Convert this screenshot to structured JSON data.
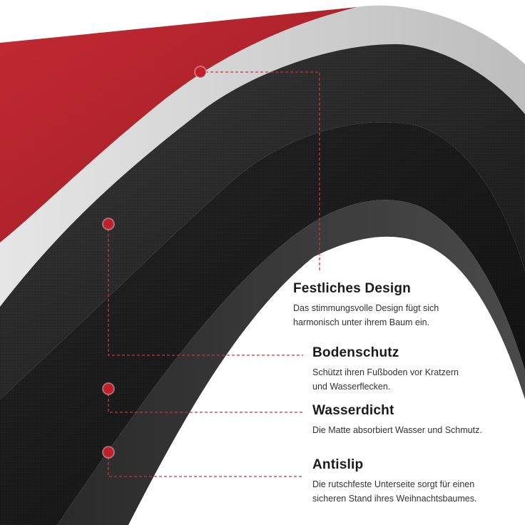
{
  "colors": {
    "accent": "#c0202a",
    "top_layer": "#b5232d",
    "edge_light": "#d9d9d9",
    "foam_dark": "#1c1c1c",
    "guide_line": "#c8323a"
  },
  "features": [
    {
      "title": "Festliches Design",
      "desc_lines": [
        "Das stimmungsvolle Design fügt sich",
        "harmonisch unter ihrem Baum ein."
      ]
    },
    {
      "title": "Bodenschutz",
      "desc_lines": [
        "Schützt ihren Fußboden vor Kratzern",
        "und Wasserflecken."
      ]
    },
    {
      "title": "Wasserdicht",
      "desc_lines": [
        "Die Matte absorbiert Wasser und Schmutz."
      ]
    },
    {
      "title": "Antislip",
      "desc_lines": [
        "Die rutschfeste Unterseite sorgt für einen",
        "sicheren Stand ihres Weihnachtsbaumes."
      ]
    }
  ]
}
